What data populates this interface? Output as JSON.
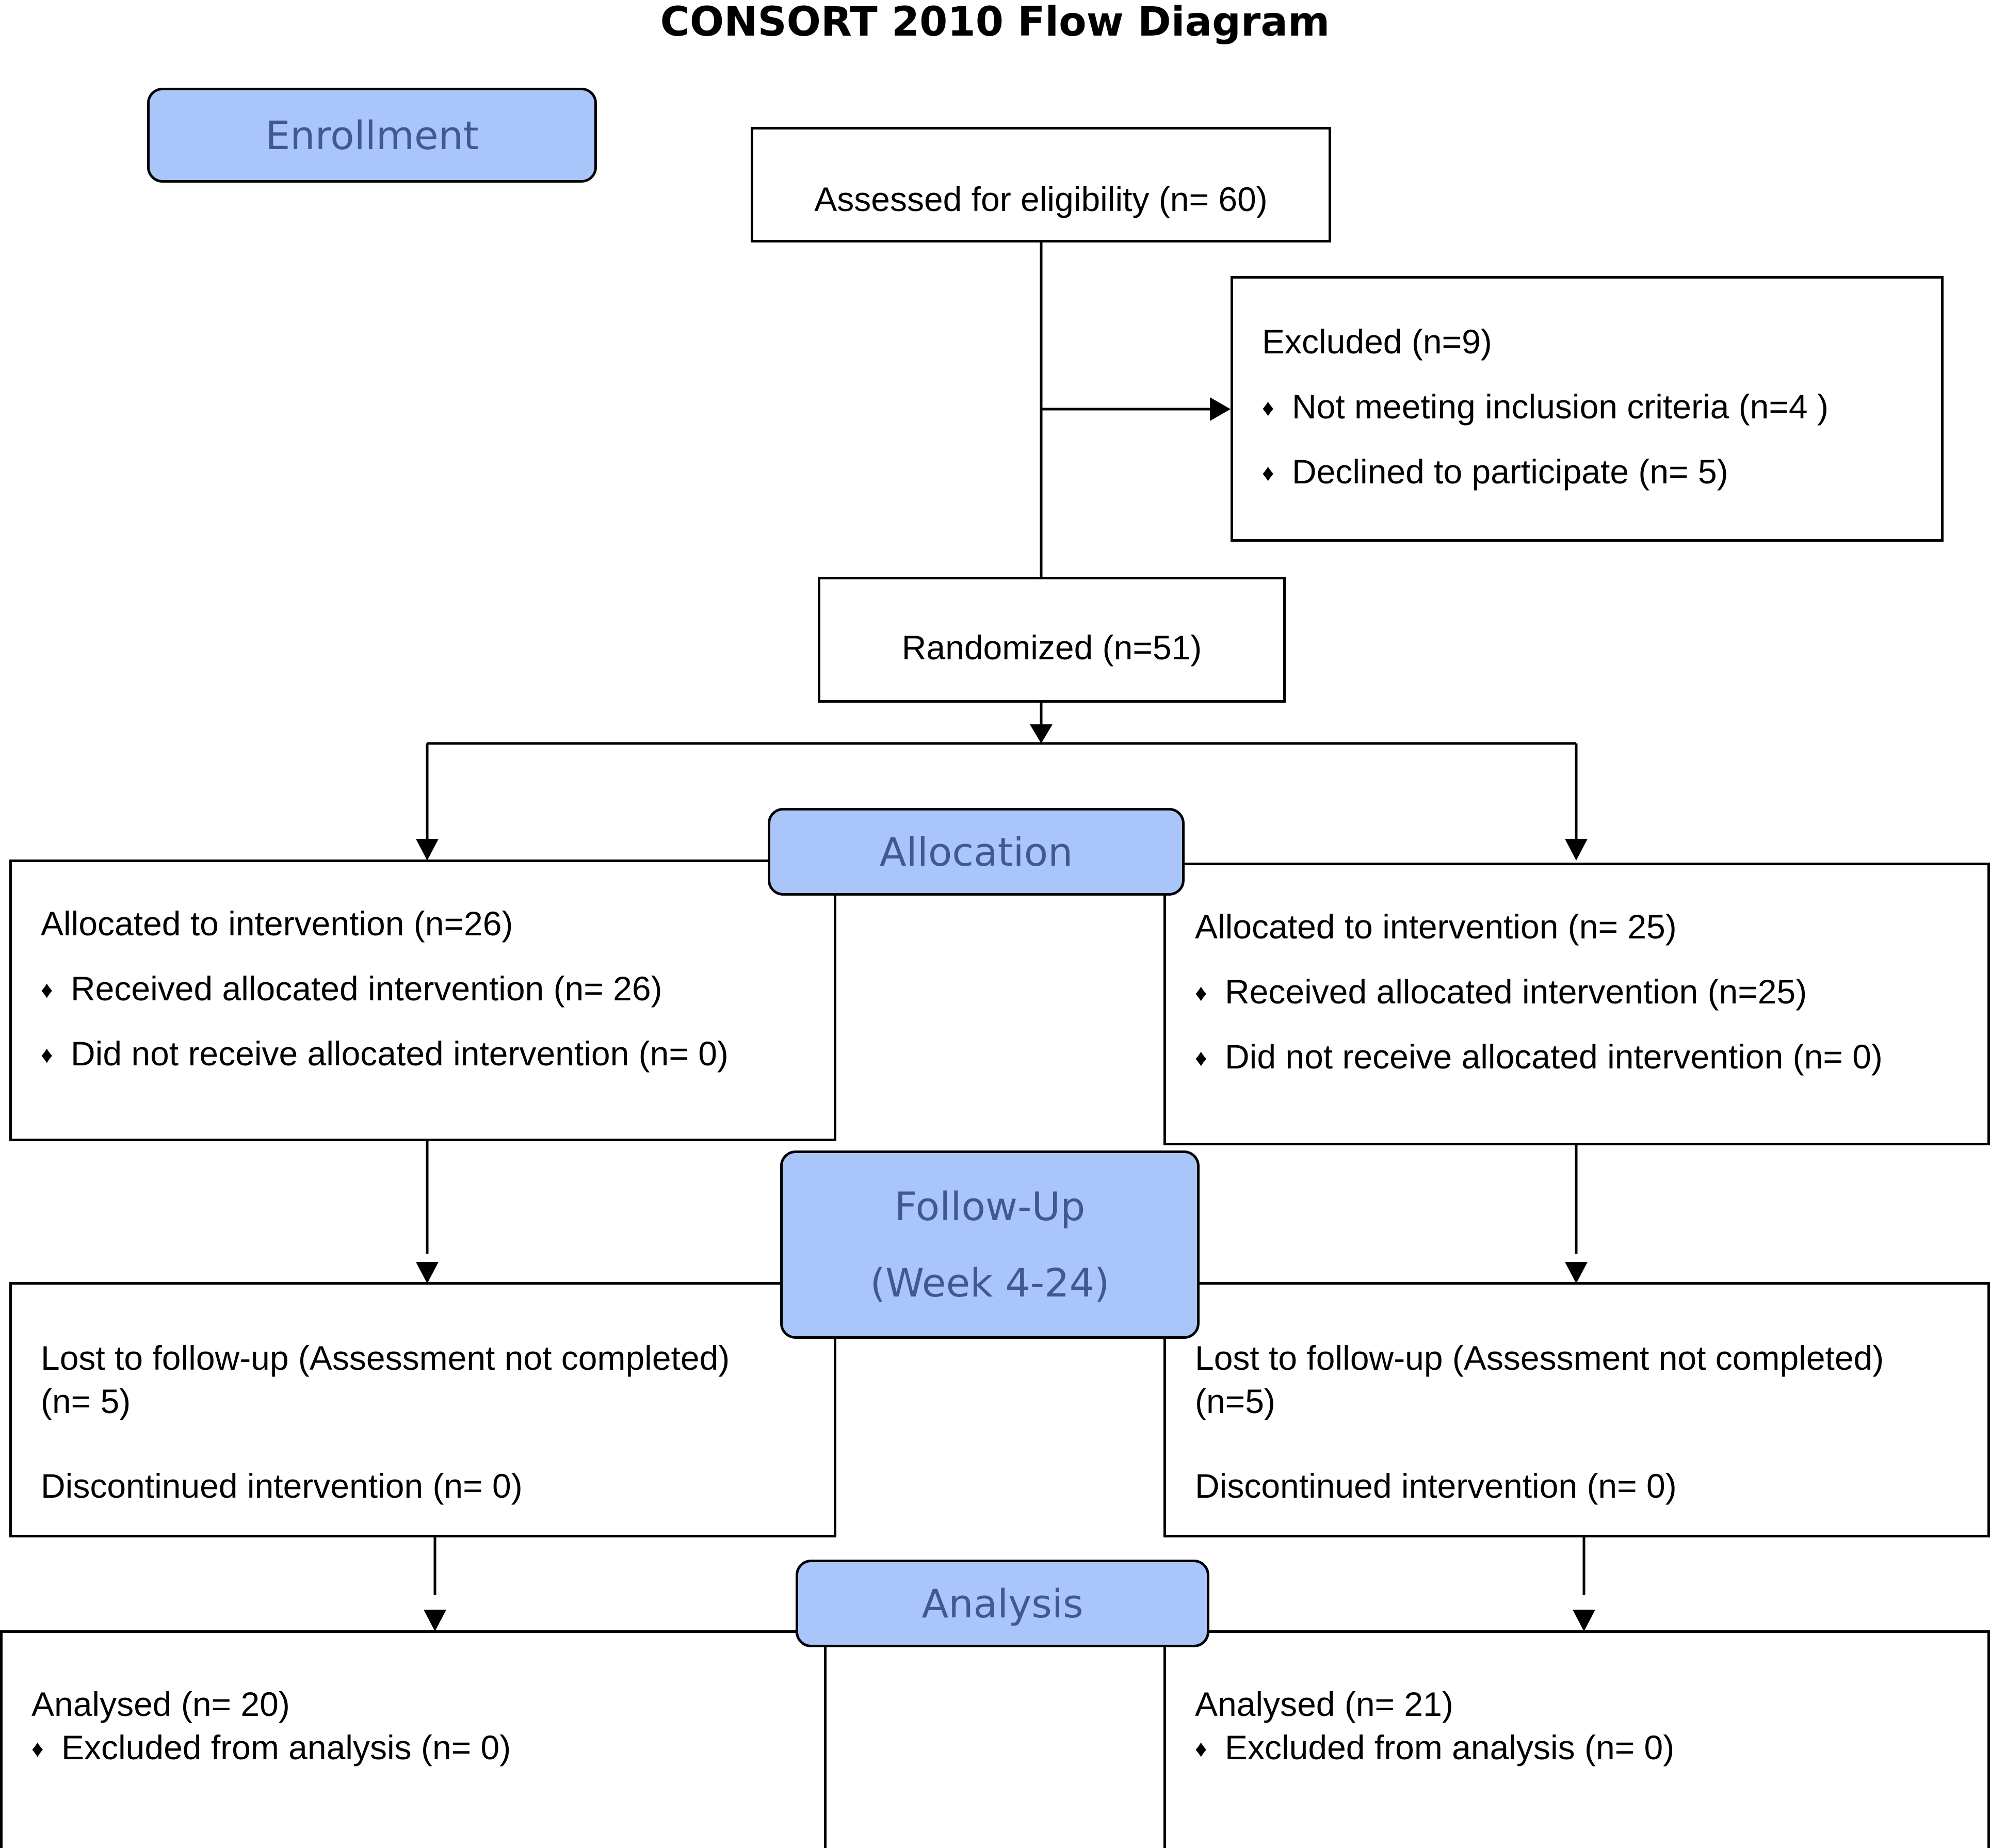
{
  "title": "CONSORT 2010 Flow Diagram",
  "stages": {
    "enrollment": "Enrollment",
    "allocation": "Allocation",
    "follow_up": "Follow-Up",
    "follow_up_period": "(Week 4-24)",
    "analysis": "Analysis"
  },
  "assessed": "Assessed for eligibility (n= 60)",
  "excluded": {
    "heading": "Excluded  (n=9)",
    "items": [
      "Not meeting inclusion criteria (n=4 )",
      "Declined to participate (n= 5)"
    ]
  },
  "randomized": "Randomized (n=51)",
  "bullet_glyph": "♦",
  "left": {
    "allocation": {
      "heading": "Allocated to intervention (n=26)",
      "items": [
        "Received allocated intervention (n= 26)",
        "Did not receive allocated intervention (n= 0)"
      ]
    },
    "follow_up": {
      "lost_line1": "Lost to follow-up (Assessment not completed)",
      "lost_line2": "(n= 5)",
      "discontinued": "Discontinued intervention (n= 0)"
    },
    "analysis": {
      "heading": "Analysed  (n= 20)",
      "item": "Excluded from analysis (n= 0)"
    }
  },
  "right": {
    "allocation": {
      "heading": "Allocated to intervention (n= 25)",
      "items": [
        "Received allocated intervention (n=25)",
        "Did not receive allocated intervention (n= 0)"
      ]
    },
    "follow_up": {
      "lost_line1": "Lost to follow-up (Assessment not completed)",
      "lost_line2": "(n=5)",
      "discontinued": "Discontinued intervention (n= 0)"
    },
    "analysis": {
      "heading": "Analysed  (n= 21)",
      "item": "Excluded from analysis (n= 0)"
    }
  },
  "colors": {
    "stage_fill": "#a9c5fa",
    "stage_text": "#41598f",
    "line": "#000000"
  }
}
